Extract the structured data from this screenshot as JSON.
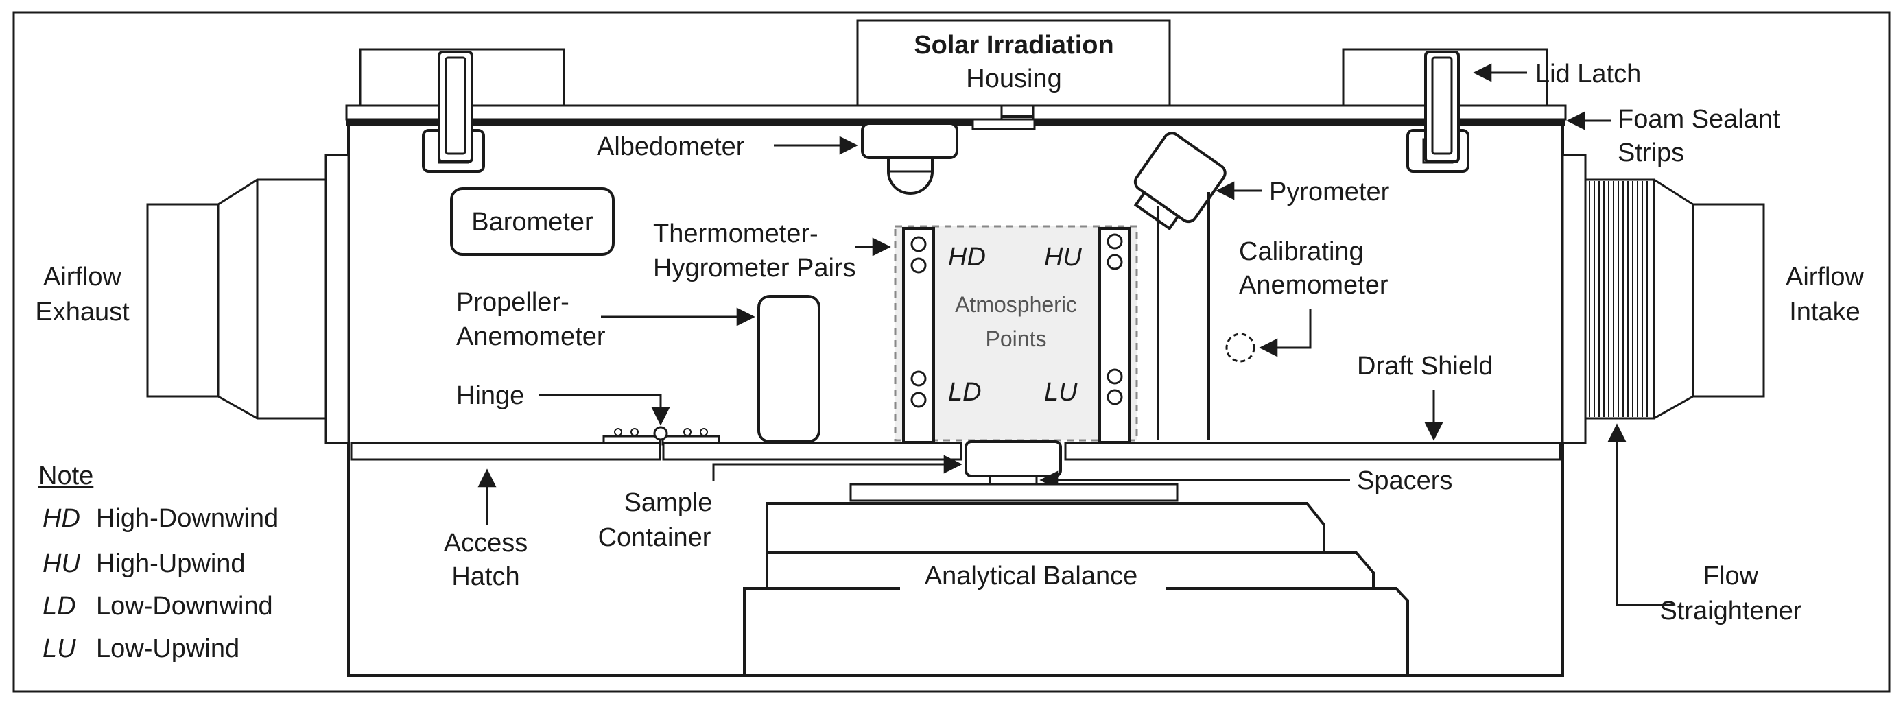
{
  "labels": {
    "solar_title": "Solar Irradiation",
    "solar_sub": "Housing",
    "lid_latch": "Lid Latch",
    "foam_1": "Foam Sealant",
    "foam_2": "Strips",
    "albedometer": "Albedometer",
    "pyrometer": "Pyrometer",
    "barometer": "Barometer",
    "thermo_1": "Thermometer-",
    "thermo_2": "Hygrometer Pairs",
    "calib_1": "Calibrating",
    "calib_2": "Anemometer",
    "exhaust_1": "Airflow",
    "exhaust_2": "Exhaust",
    "intake_1": "Airflow",
    "intake_2": "Intake",
    "prop_1": "Propeller-",
    "prop_2": "Anemometer",
    "atm_1": "Atmospheric",
    "atm_2": "Points",
    "hinge": "Hinge",
    "draft_shield": "Draft Shield",
    "spacers": "Spacers",
    "sample_1": "Sample",
    "sample_2": "Container",
    "access_1": "Access",
    "access_2": "Hatch",
    "balance": "Analytical Balance",
    "flow_1": "Flow",
    "flow_2": "Straightener"
  },
  "points": {
    "hd": "HD",
    "hu": "HU",
    "ld": "LD",
    "lu": "LU"
  },
  "note": {
    "title": "Note",
    "items": [
      {
        "abbr": "HD",
        "text": "High-Downwind"
      },
      {
        "abbr": "HU",
        "text": "High-Upwind"
      },
      {
        "abbr": "LD",
        "text": "Low-Downwind"
      },
      {
        "abbr": "LU",
        "text": "Low-Upwind"
      }
    ]
  },
  "colors": {
    "line": "#1a1a1a",
    "atmospheric_zone_fill": "#efefef",
    "atmospheric_zone_border": "#888888"
  }
}
